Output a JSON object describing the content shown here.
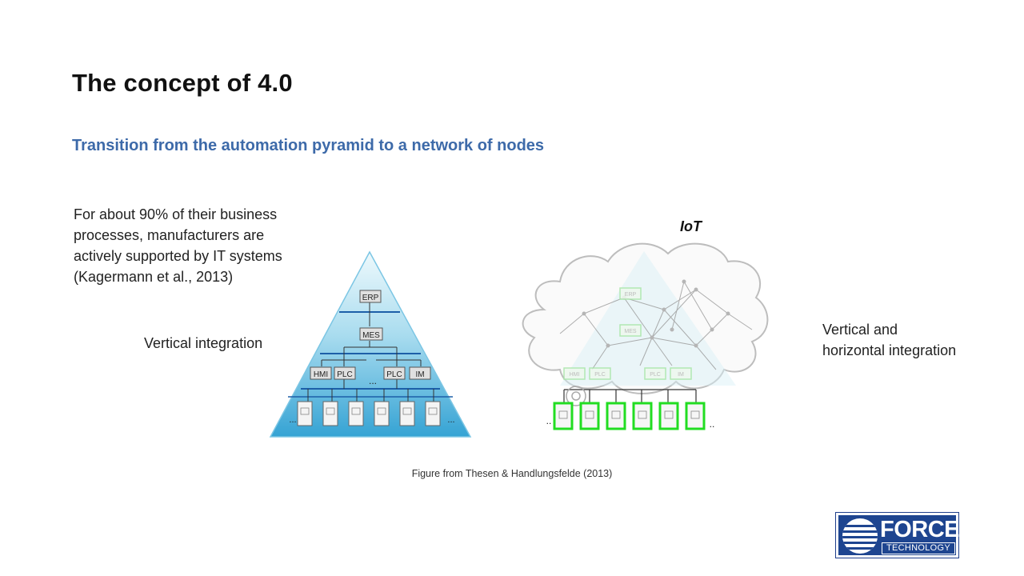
{
  "slide": {
    "title": "The concept of 4.0",
    "subtitle": "Transition from the automation pyramid to a network of nodes",
    "body_lines": [
      "For about 90% of their business",
      "processes, manufacturers are",
      "actively supported by IT systems",
      "(Kagermann et al., 2013)"
    ],
    "vertical_label": "Vertical integration",
    "vh_label_lines": [
      "Vertical and",
      "horizontal integration"
    ],
    "iot_label": "IoT",
    "caption": "Figure from Thesen & Handlungsfelde (2013)"
  },
  "pyramid": {
    "levels": [
      "ERP",
      "MES",
      "HMI",
      "PLC",
      "PLC",
      "IM"
    ],
    "ellipsis": "..."
  },
  "network": {
    "faded_labels": [
      "ERP",
      "MES",
      "HMI",
      "PLC",
      "PLC",
      "IM"
    ],
    "ellipsis": ".."
  },
  "logo": {
    "name": "FORCE",
    "tagline": "TECHNOLOGY"
  },
  "colors": {
    "title": "#111111",
    "subtitle": "#3d6aa9",
    "pyramid_light": "#e6f6fb",
    "pyramid_dark": "#3aa8d8",
    "node_highlight": "#22dd22",
    "logo_blue": "#1e4590"
  }
}
